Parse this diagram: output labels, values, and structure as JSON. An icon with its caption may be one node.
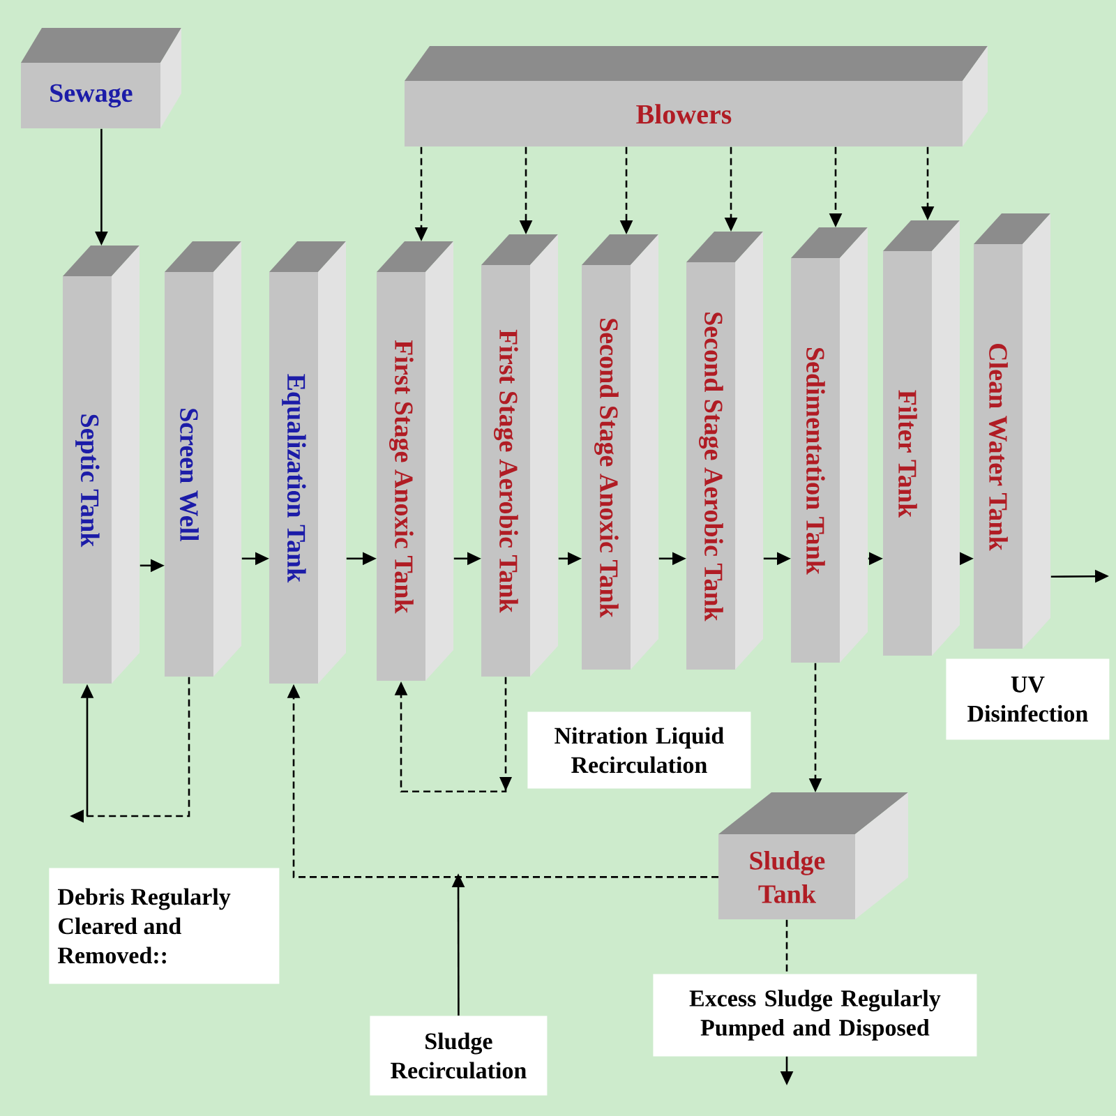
{
  "diagram": {
    "nodes": [
      {
        "text": [
          "Sewage"
        ]
      },
      {
        "text": [
          "Blowers"
        ]
      },
      {
        "text": [
          "Septic Tank"
        ]
      },
      {
        "text": [
          "Screen Well"
        ]
      },
      {
        "text": [
          "Equalization Tank"
        ]
      },
      {
        "text": [
          "First Stage Anoxic Tank"
        ]
      },
      {
        "text": [
          "First Stage Aerobic Tank"
        ]
      },
      {
        "text": [
          "Second Stage Anoxic Tank"
        ]
      },
      {
        "text": [
          "Second Stage Aerobic Tank"
        ]
      },
      {
        "text": [
          "Sedimentation Tank"
        ]
      },
      {
        "text": [
          "Filter Tank"
        ]
      },
      {
        "text": [
          "Clean Water Tank"
        ]
      },
      {
        "text": [
          "UV Disinfection"
        ]
      },
      {
        "text": [
          "Sludge Tank"
        ]
      },
      {
        "text": [
          "Debris Regularly Cleared and Removed::"
        ]
      },
      {
        "text": [
          "Nitration Liquid Recirculation"
        ]
      },
      {
        "text": [
          "Sludge Recirculation"
        ]
      },
      {
        "text": [
          "Excess Sludge Regularly Pumped and Disposed"
        ]
      }
    ],
    "edges": [
      {
        "from": 0,
        "to": 2,
        "arrow": "to"
      },
      {
        "from": 1,
        "to": 5,
        "arrow": "to",
        "style": "dashed"
      },
      {
        "from": 1,
        "to": 6,
        "arrow": "to",
        "style": "dashed"
      },
      {
        "from": 1,
        "to": 7,
        "arrow": "to",
        "style": "dashed"
      },
      {
        "from": 1,
        "to": 8,
        "arrow": "to",
        "style": "dashed"
      },
      {
        "from": 1,
        "to": 9,
        "arrow": "to",
        "style": "dashed"
      },
      {
        "from": 1,
        "to": 10,
        "arrow": "to",
        "style": "dashed"
      },
      {
        "from": 2,
        "to": 3,
        "arrow": "to"
      },
      {
        "from": 3,
        "to": 4,
        "arrow": "to"
      },
      {
        "from": 4,
        "to": 5,
        "arrow": "to"
      },
      {
        "from": 5,
        "to": 6,
        "arrow": "to"
      },
      {
        "from": 6,
        "to": 7,
        "arrow": "to"
      },
      {
        "from": 7,
        "to": 8,
        "arrow": "to"
      },
      {
        "from": 8,
        "to": 9,
        "arrow": "to"
      },
      {
        "from": 9,
        "to": 10,
        "arrow": "to"
      },
      {
        "from": 10,
        "to": 11,
        "arrow": "to"
      },
      {
        "from": 11,
        "to": null,
        "arrow": "to"
      },
      {
        "from": 3,
        "to": null,
        "arrow": "to",
        "style": "dashed"
      },
      {
        "from": null,
        "to": 2,
        "arrow": "to"
      },
      {
        "from": 6,
        "to": 5,
        "arrow": "to",
        "style": "dashed"
      },
      {
        "from": 9,
        "to": 13,
        "arrow": "to",
        "style": "dashed"
      },
      {
        "from": 13,
        "to": 4,
        "arrow": "to",
        "style": "dashed"
      },
      {
        "from": 16,
        "to": null,
        "arrow": "to"
      },
      {
        "from": 13,
        "to": 17,
        "arrow": "none",
        "style": "dashed"
      },
      {
        "from": 17,
        "to": null,
        "arrow": "to"
      }
    ]
  }
}
